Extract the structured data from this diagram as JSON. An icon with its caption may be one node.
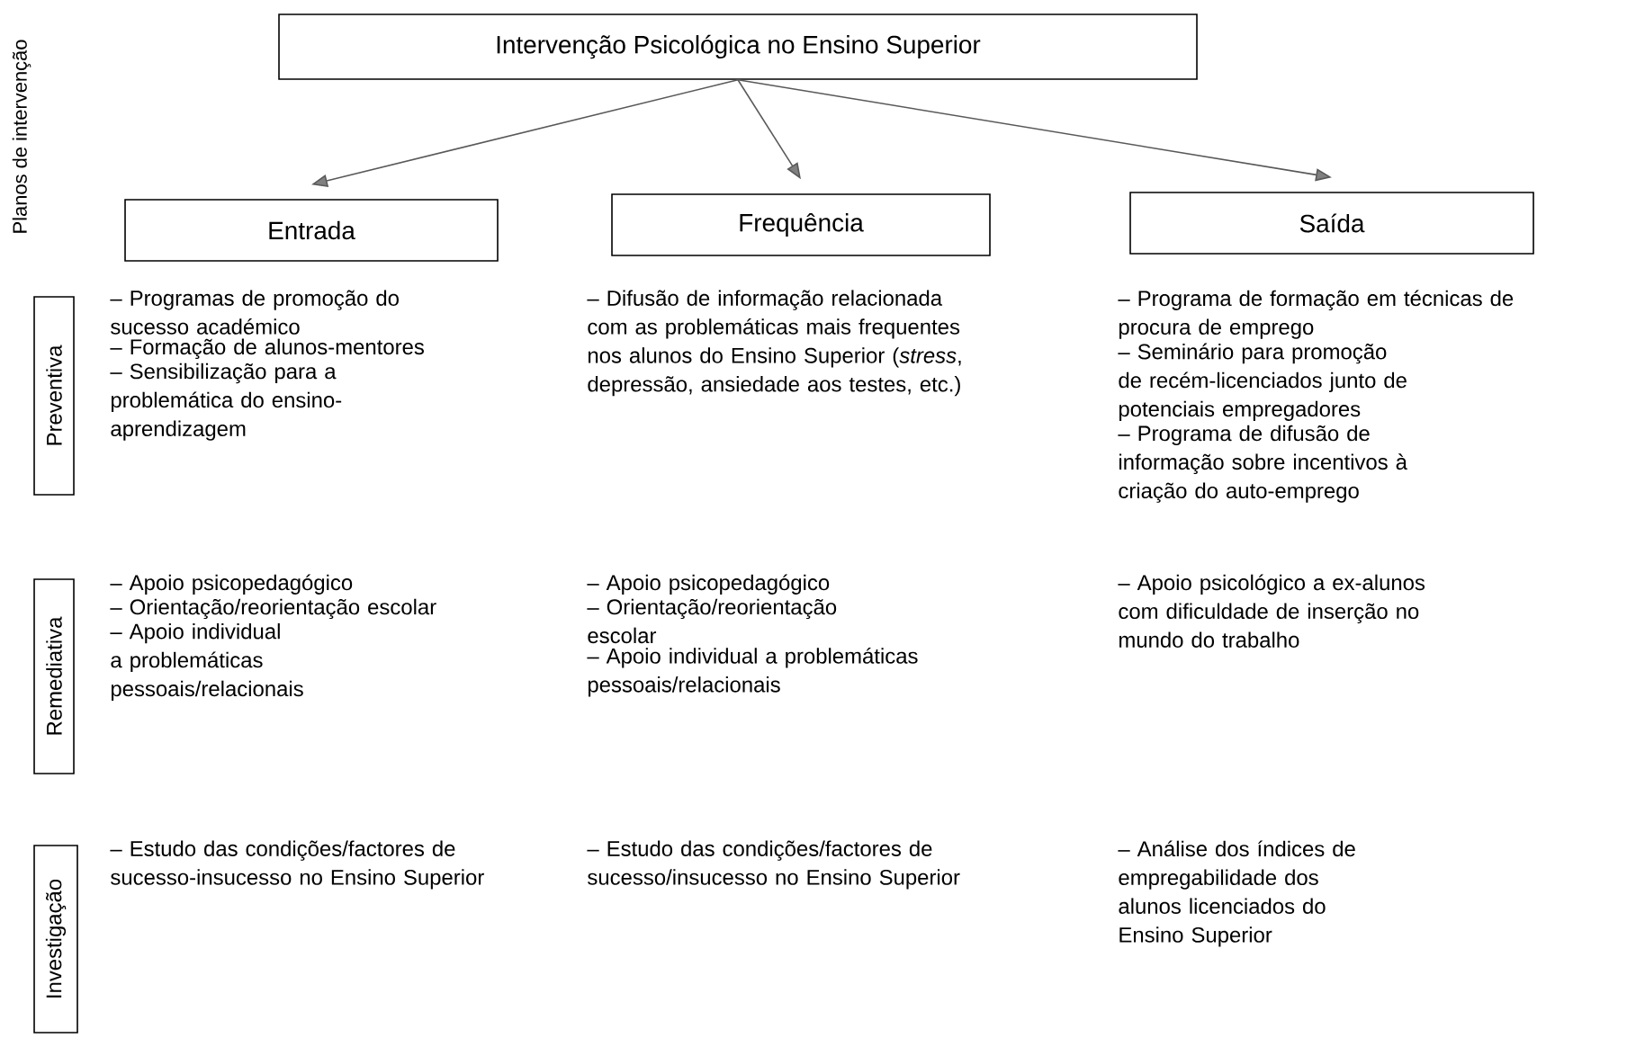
{
  "diagram": {
    "nodes": [
      {
        "text": [
          "Intervenção Psicológica no Ensino Superior"
        ]
      },
      {
        "text": [
          "Entrada"
        ]
      },
      {
        "text": [
          "Frequência"
        ]
      },
      {
        "text": [
          "Saída"
        ]
      },
      {
        "text": [
          "Preventiva"
        ]
      },
      {
        "text": [
          "Remediativa"
        ]
      },
      {
        "text": [
          "Investigação"
        ]
      }
    ],
    "edges": [
      {
        "from": 0,
        "to": 1,
        "arrow": "to"
      },
      {
        "from": 0,
        "to": 2,
        "arrow": "to"
      },
      {
        "from": 0,
        "to": 3,
        "arrow": "to"
      }
    ],
    "labels": [
      "Planos de intervenção",
      "– Programas de promoção do sucesso académico",
      "– Formação de alunos-mentores",
      "– Sensibilização para a problemática do ensino-aprendizagem",
      "– Difusão de informação relacionada com as problemáticas mais frequentes nos alunos do Ensino Superior (*stress*, depressão, ansiedade aos testes, etc.)",
      "– Programa de formação em técnicas de procura de emprego",
      "– Seminário para promoção de recém-licenciados junto de potenciais empregadores",
      "– Programa de difusão de informação sobre incentivos à criação do auto-emprego",
      "– Apoio psicopedagógico",
      "– Orientação/reorientação escolar",
      "– Apoio individual a problemáticas pessoais/relacionais",
      "– Apoio psicopedagógico",
      "– Orientação/reorientação escolar",
      "– Apoio individual a problemáticas pessoais/relacionais",
      "– Apoio psicológico a ex-alunos com dificuldade de inserção no mundo do trabalho",
      "– Estudo das condições/factores de sucesso-insucesso no Ensino Superior",
      "– Estudo das condições/factores de sucesso/insucesso no Ensino Superior",
      "– Análise dos índices de empregabilidade dos alunos licenciados do Ensino Superior"
    ]
  }
}
